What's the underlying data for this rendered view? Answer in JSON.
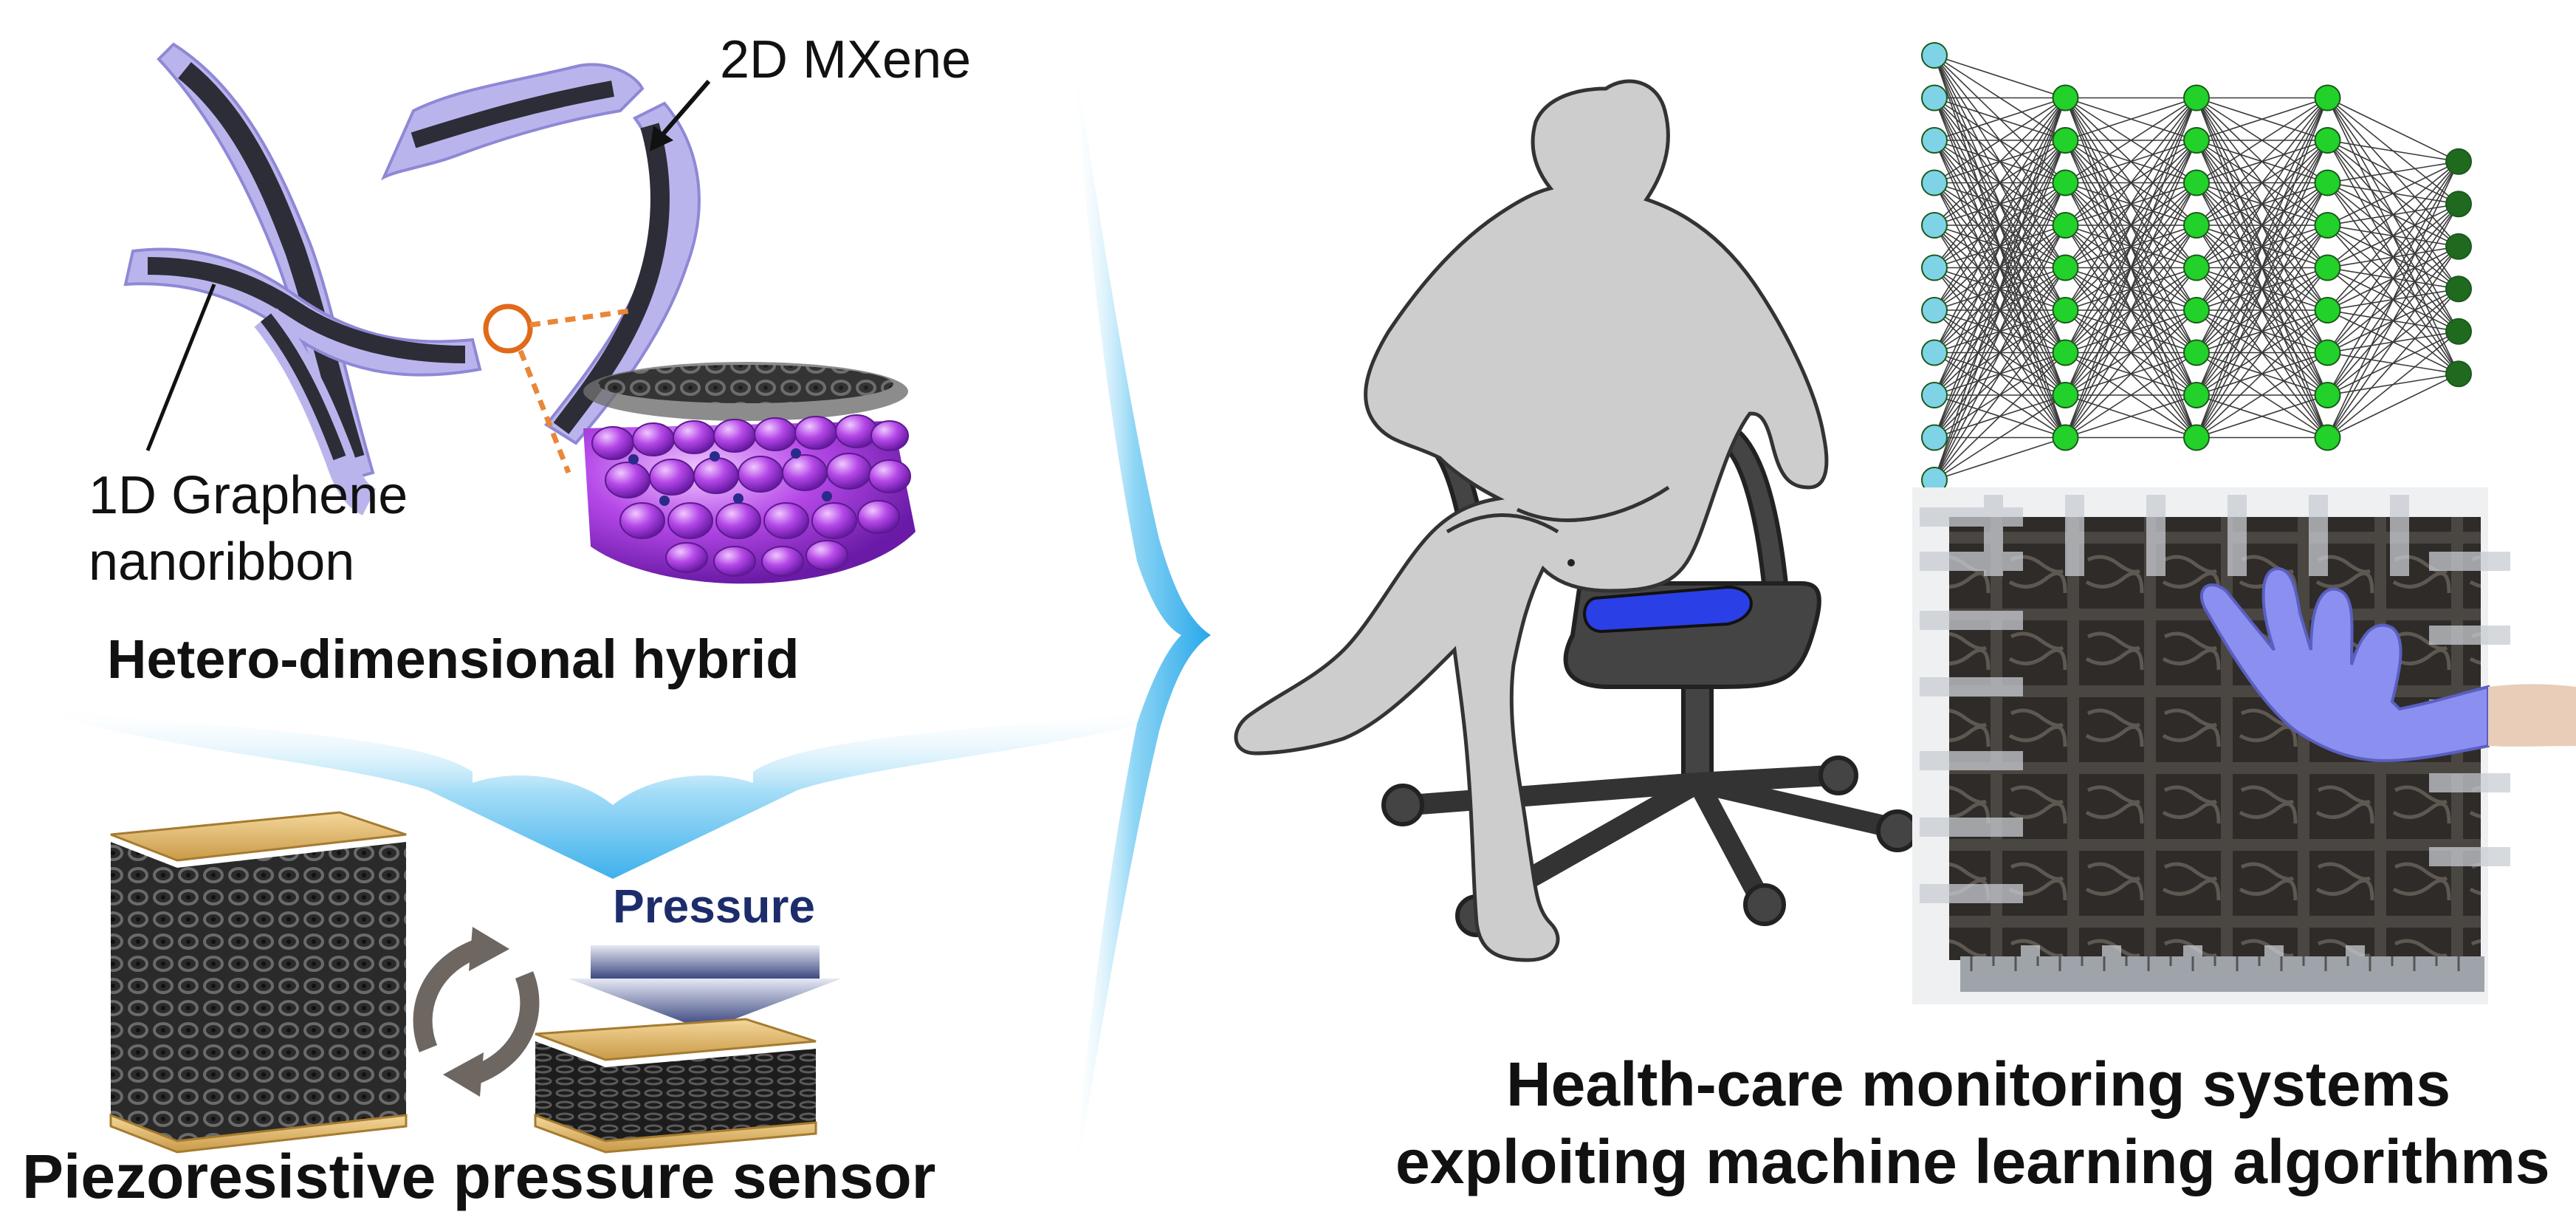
{
  "labels": {
    "mxene": "2D MXene",
    "graphene_line1": "1D Graphene",
    "graphene_line2": "nanoribbon",
    "hybrid": "Hetero-dimensional hybrid",
    "pressure": "Pressure",
    "sensor": "Piezoresistive pressure sensor",
    "healthcare_line1": "Health-care monitoring systems",
    "healthcare_line2": "exploiting machine learning algorithms"
  },
  "neural_network": {
    "layers": [
      11,
      9,
      9,
      9,
      6
    ],
    "colors": {
      "input": "#7fd3e6",
      "hidden": "#22d12a",
      "output": "#1f6a1f",
      "edge": "#3a3a3a"
    }
  },
  "colors": {
    "arrow_blue": "#3fb6ee",
    "mxene_sheet": "#b8b4ec",
    "mxene_dark": "#2a2a36",
    "silhouette": "#cdcdcd",
    "cushion": "#2a3fe6",
    "sensor_gold": "#e7bf72",
    "glove": "#8b8ff0"
  },
  "icons": [
    "neural-network",
    "seated-person-silhouette",
    "office-chair",
    "sensor-mat-photo",
    "cycle-arrows",
    "pressure-arrow"
  ]
}
